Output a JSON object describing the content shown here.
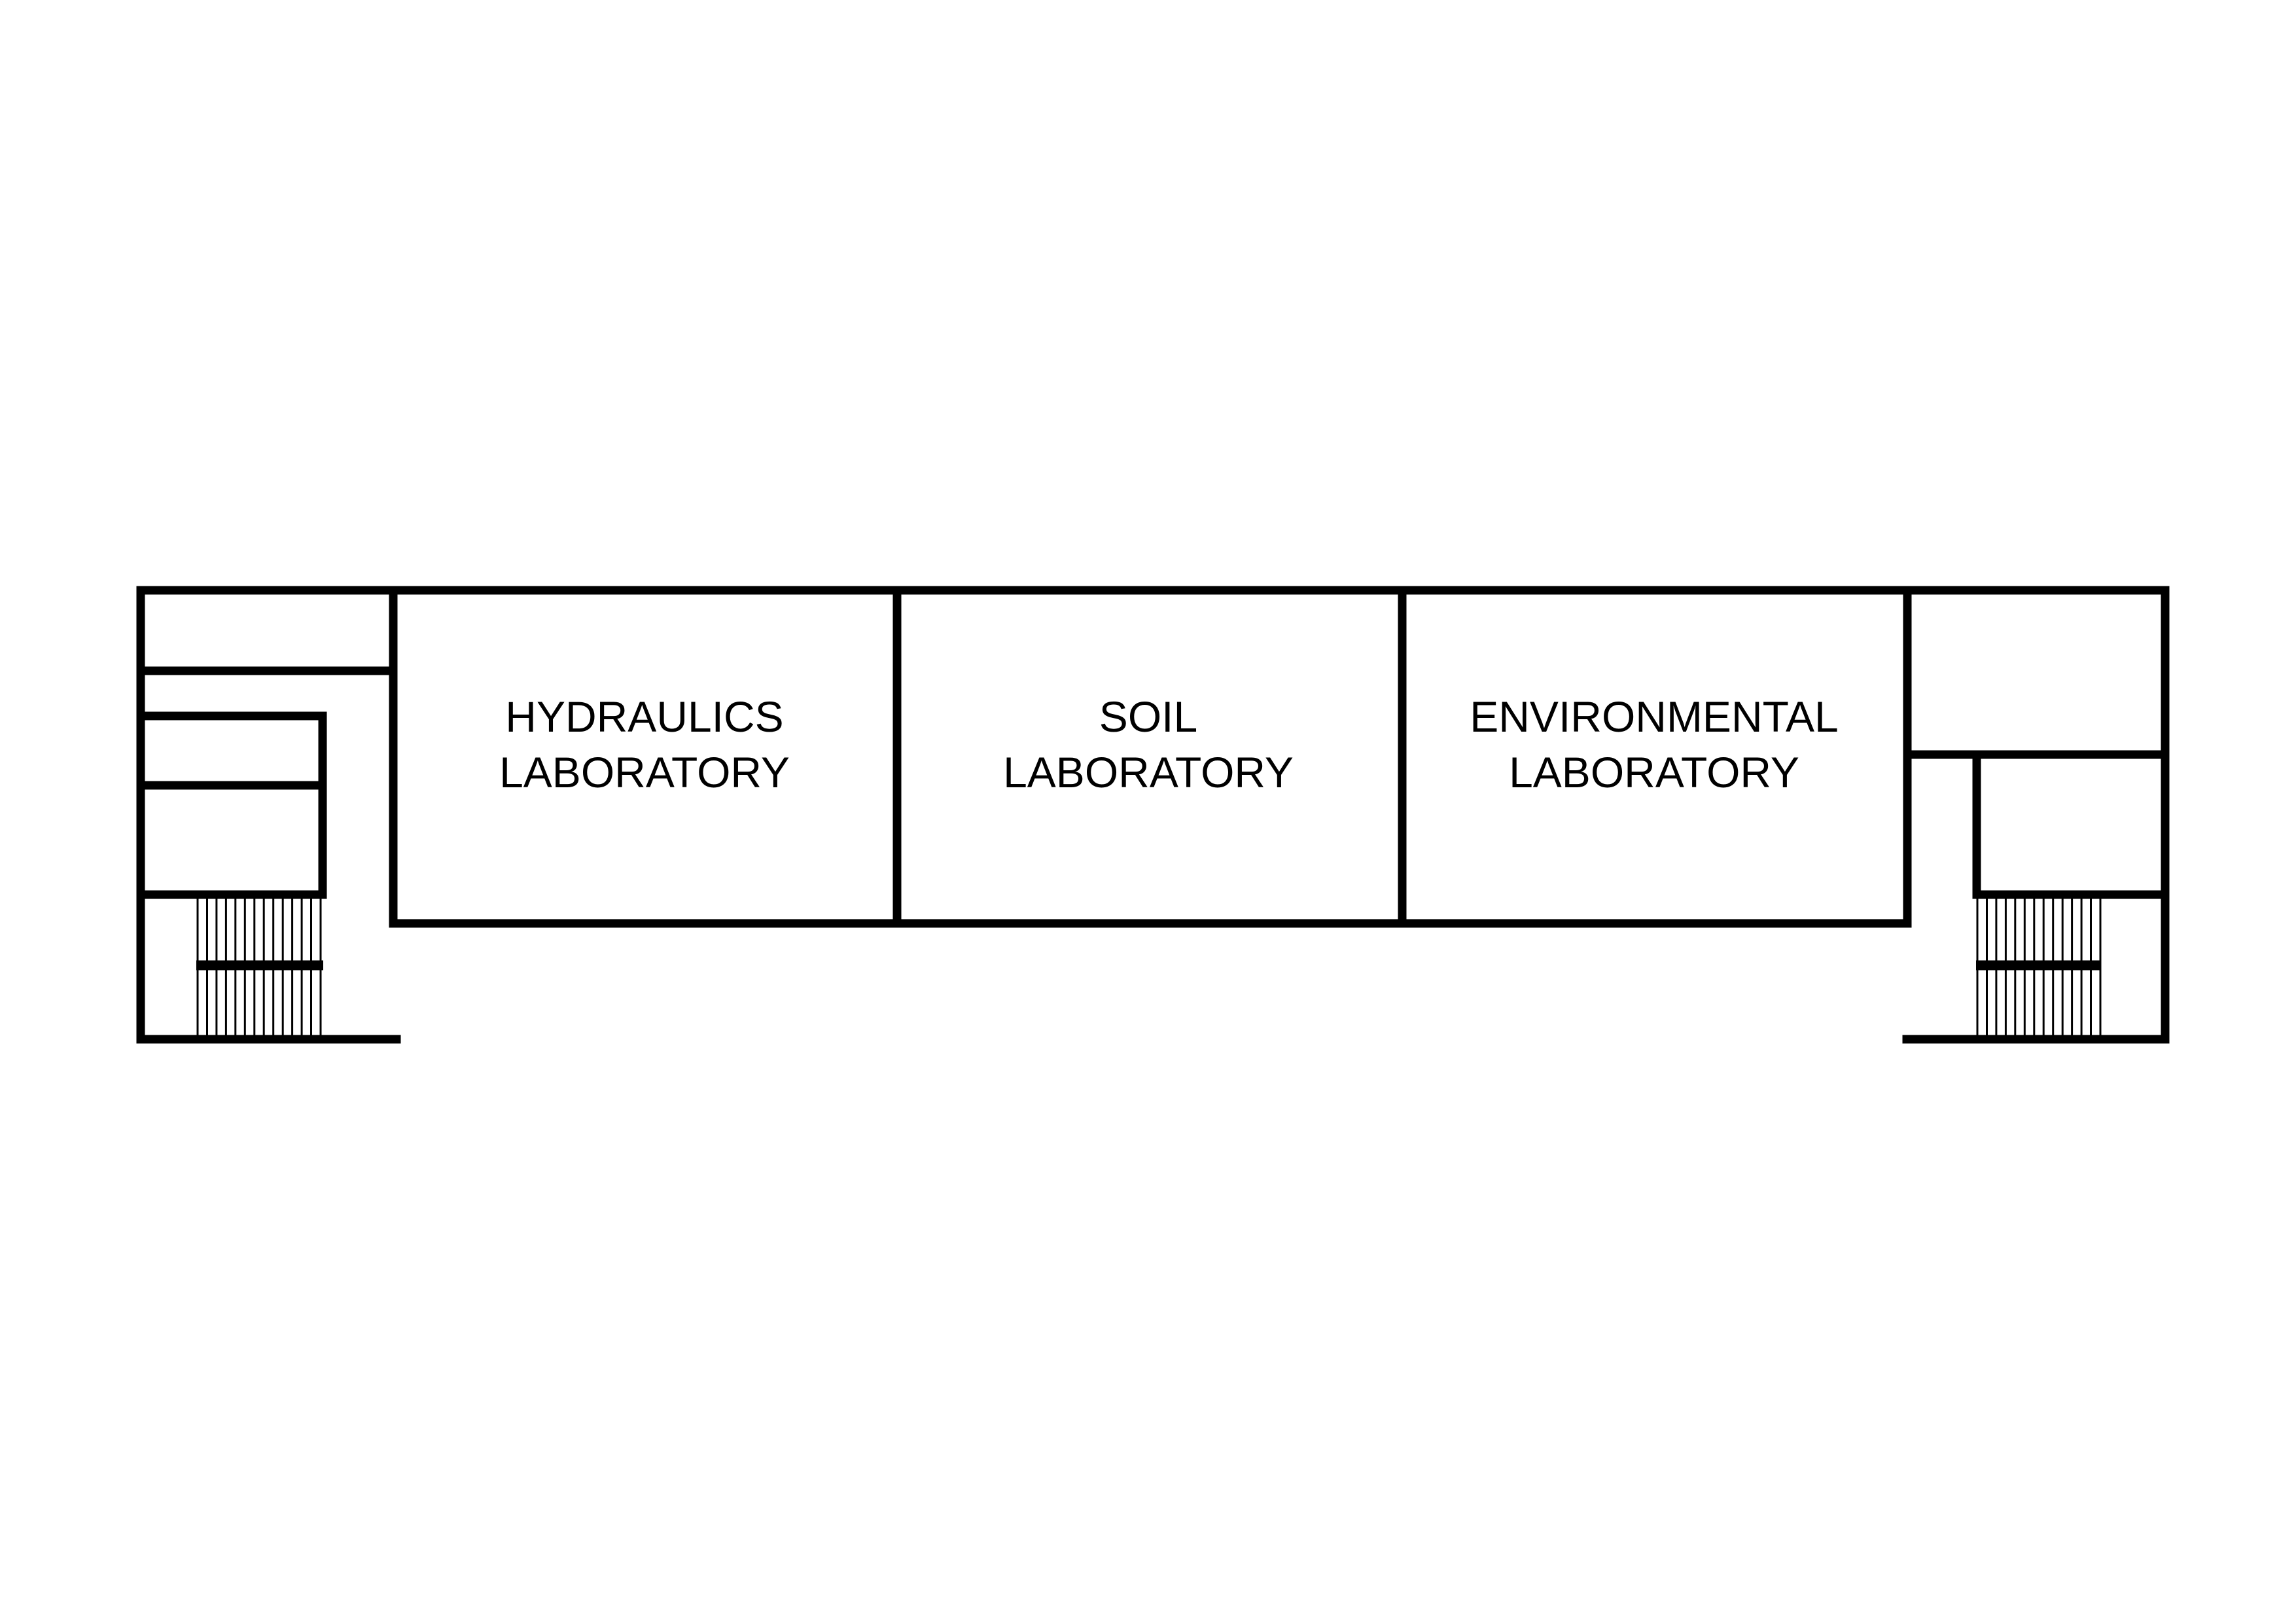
{
  "floor_plan": {
    "rooms": [
      {
        "id": "hydraulics",
        "label_line1": "HYDRAULICS",
        "label_line2": "LABORATORY"
      },
      {
        "id": "soil",
        "label_line1": "SOIL",
        "label_line2": "LABORATORY"
      },
      {
        "id": "environmental",
        "label_line1": "ENVIRONMENTAL",
        "label_line2": "LABORATORY"
      }
    ],
    "stair_treads_per_flight": 14
  }
}
